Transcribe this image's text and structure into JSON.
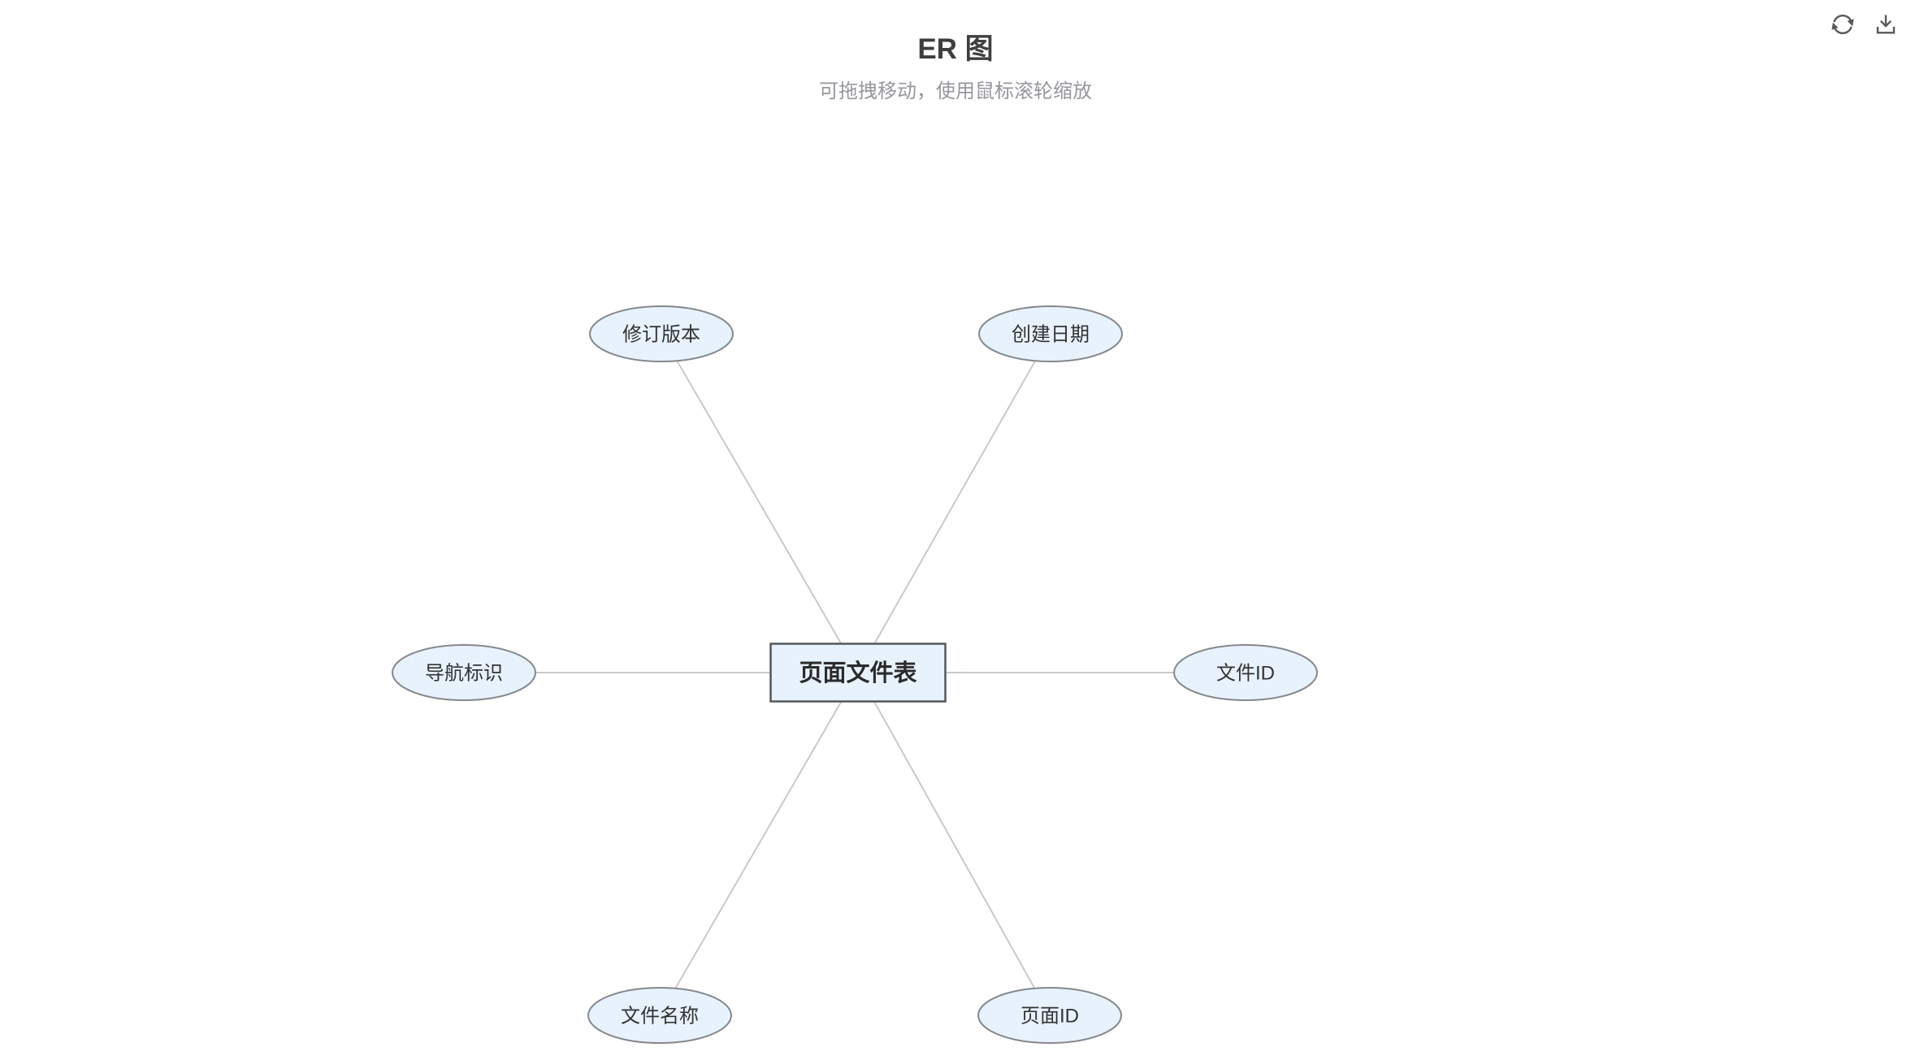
{
  "page": {
    "title": "ER 图",
    "subtitle": "可拖拽移动，使用鼠标滚轮缩放"
  },
  "toolbar": {
    "buttons": [
      {
        "name": "refresh",
        "icon": "refresh-icon"
      },
      {
        "name": "download",
        "icon": "download-icon"
      }
    ]
  },
  "diagram": {
    "type": "entity-relationship",
    "entity": {
      "label": "页面文件表",
      "shape": "rectangle"
    },
    "attributes": [
      {
        "label": "修订版本",
        "shape": "ellipse",
        "position": "top-left"
      },
      {
        "label": "创建日期",
        "shape": "ellipse",
        "position": "top-right"
      },
      {
        "label": "导航标识",
        "shape": "ellipse",
        "position": "left"
      },
      {
        "label": "文件ID",
        "shape": "ellipse",
        "position": "right"
      },
      {
        "label": "文件名称",
        "shape": "ellipse",
        "position": "bottom-left"
      },
      {
        "label": "页面ID",
        "shape": "ellipse",
        "position": "bottom-right"
      }
    ],
    "edges": [
      {
        "from": "页面文件表",
        "to": "修订版本"
      },
      {
        "from": "页面文件表",
        "to": "创建日期"
      },
      {
        "from": "页面文件表",
        "to": "导航标识"
      },
      {
        "from": "页面文件表",
        "to": "文件ID"
      },
      {
        "from": "页面文件表",
        "to": "文件名称"
      },
      {
        "from": "页面文件表",
        "to": "页面ID"
      }
    ],
    "colors": {
      "node_fill": "#e7f2fc",
      "attribute_border": "#85888d",
      "entity_border": "#53575c",
      "edge_color": "#c9c9c9",
      "attribute_text": "#333333",
      "entity_text": "#2b2b2b",
      "title_color": "#3e3e3e",
      "subtitle_color": "#95979d",
      "icon_color": "#56585c"
    }
  }
}
